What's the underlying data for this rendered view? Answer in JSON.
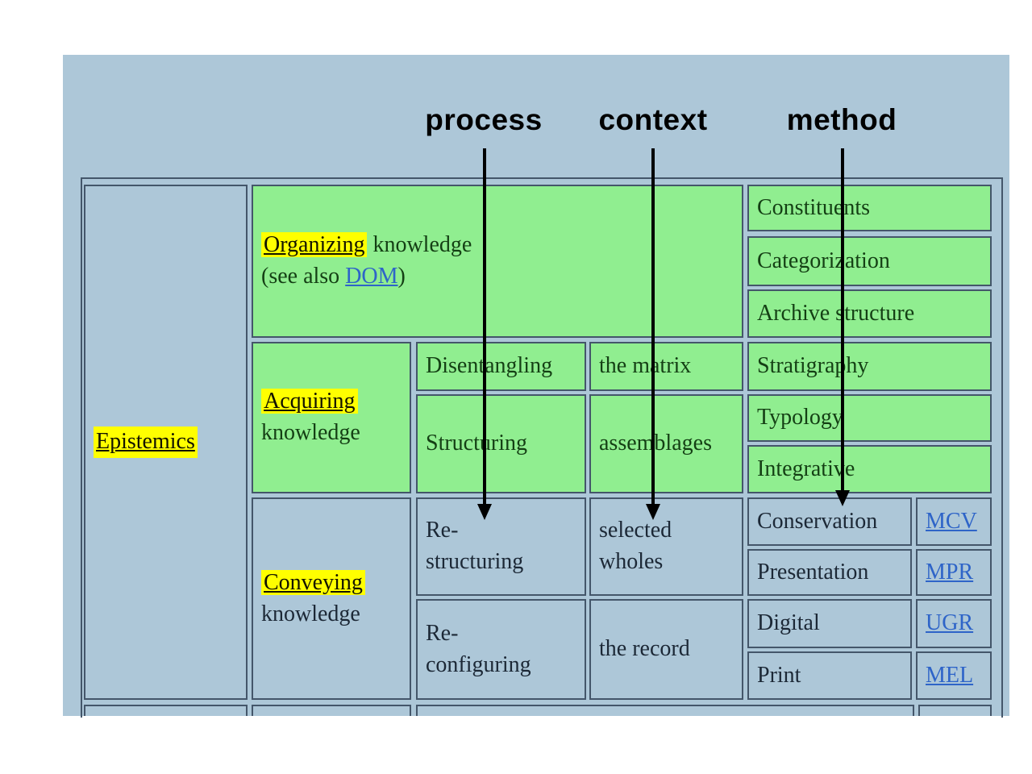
{
  "labels": {
    "process": "process",
    "context": "context",
    "method": "method"
  },
  "table": {
    "epistemics": "Epistemics",
    "organizing": {
      "highlight": "Organizing",
      "rest": " knowledge",
      "see_prefix": "(see also ",
      "link": "DOM",
      "see_suffix": ")",
      "methods": [
        "Constituents",
        "Categorization",
        "Archive structure"
      ]
    },
    "acquiring": {
      "highlight": "Acquiring",
      "rest": "knowledge",
      "rows": [
        {
          "process": "Disentangling",
          "context": "the matrix",
          "method": "Stratigraphy"
        },
        {
          "process": "Structuring",
          "context": "assemblages",
          "methods": [
            "Typology",
            "Integrative"
          ]
        }
      ]
    },
    "conveying": {
      "highlight": "Conveying",
      "rest": "knowledge",
      "rows": [
        {
          "process": "Re-\nstructuring",
          "context": "selected\nwholes",
          "methods": [
            {
              "label": "Conservation",
              "code": "MCV"
            },
            {
              "label": "Presentation",
              "code": "MPR"
            }
          ]
        },
        {
          "process": "Re-\nconfiguring",
          "context": "the record",
          "methods": [
            {
              "label": "Digital",
              "code": "UGR"
            },
            {
              "label": "Print",
              "code": "MEL"
            }
          ]
        }
      ]
    }
  },
  "colors": {
    "panel_blue": "#adc7d8",
    "cell_green": "#90ee90",
    "highlight_yellow": "#ffff00",
    "border": "#44566a",
    "link_blue": "#2e64c8",
    "green_text": "#143f14",
    "blue_text": "#1c2836",
    "annotation": "#000000"
  }
}
